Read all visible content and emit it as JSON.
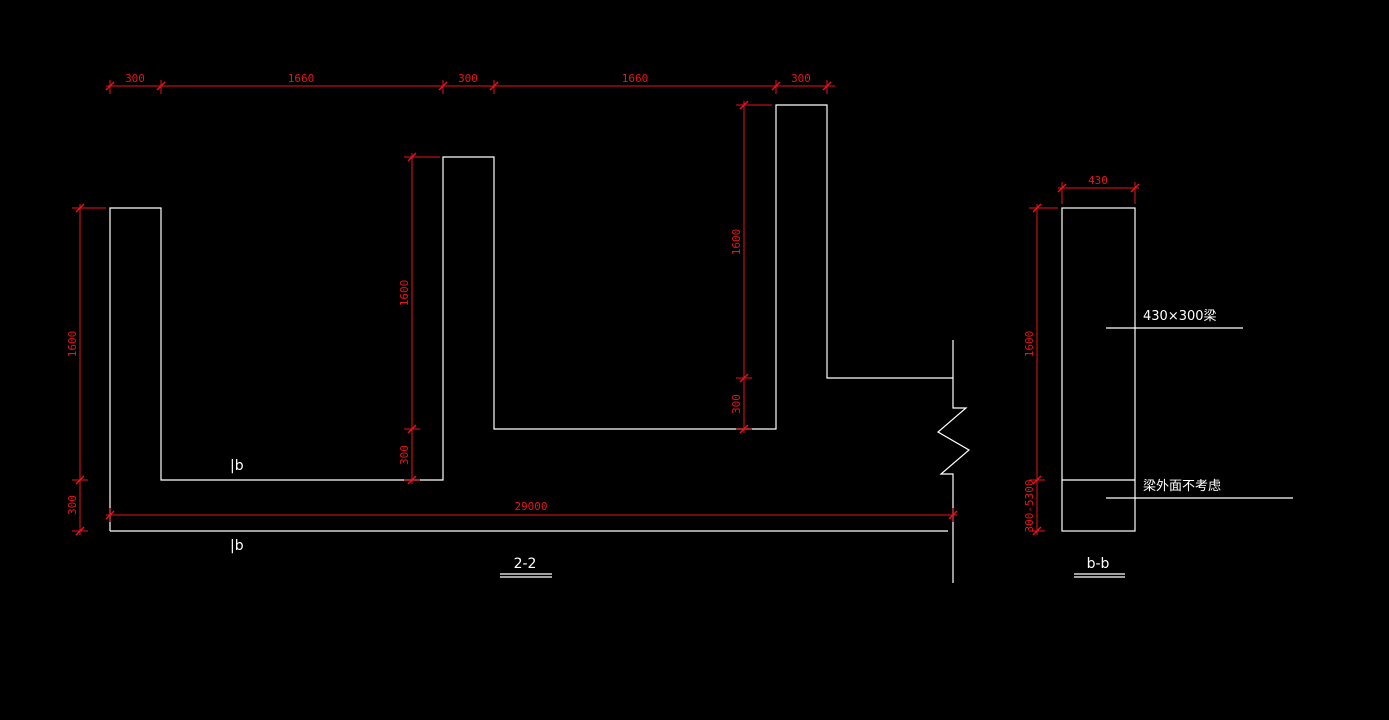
{
  "drawing": {
    "section_22": {
      "title": "2-2",
      "cut_marker_top": "|b",
      "cut_marker_bottom": "|b",
      "dims": {
        "top_1": "300",
        "top_2": "1660",
        "top_3": "300",
        "top_4": "1660",
        "top_5": "300",
        "left_wall_height": "1600",
        "left_base": "300",
        "mid_wall_height": "1600",
        "mid_base": "300",
        "right_wall_height": "1600",
        "right_base": "300",
        "total_length": "29000"
      }
    },
    "section_bb": {
      "title": "b-b",
      "dims": {
        "width": "430",
        "height": "1600",
        "base": "300-5300"
      },
      "notes": {
        "beam": "430×300梁",
        "ignore": "梁外面不考虑"
      }
    }
  },
  "colors": {
    "background": "#000000",
    "geometry": "#ffffff",
    "dimension": "#e8141c"
  }
}
